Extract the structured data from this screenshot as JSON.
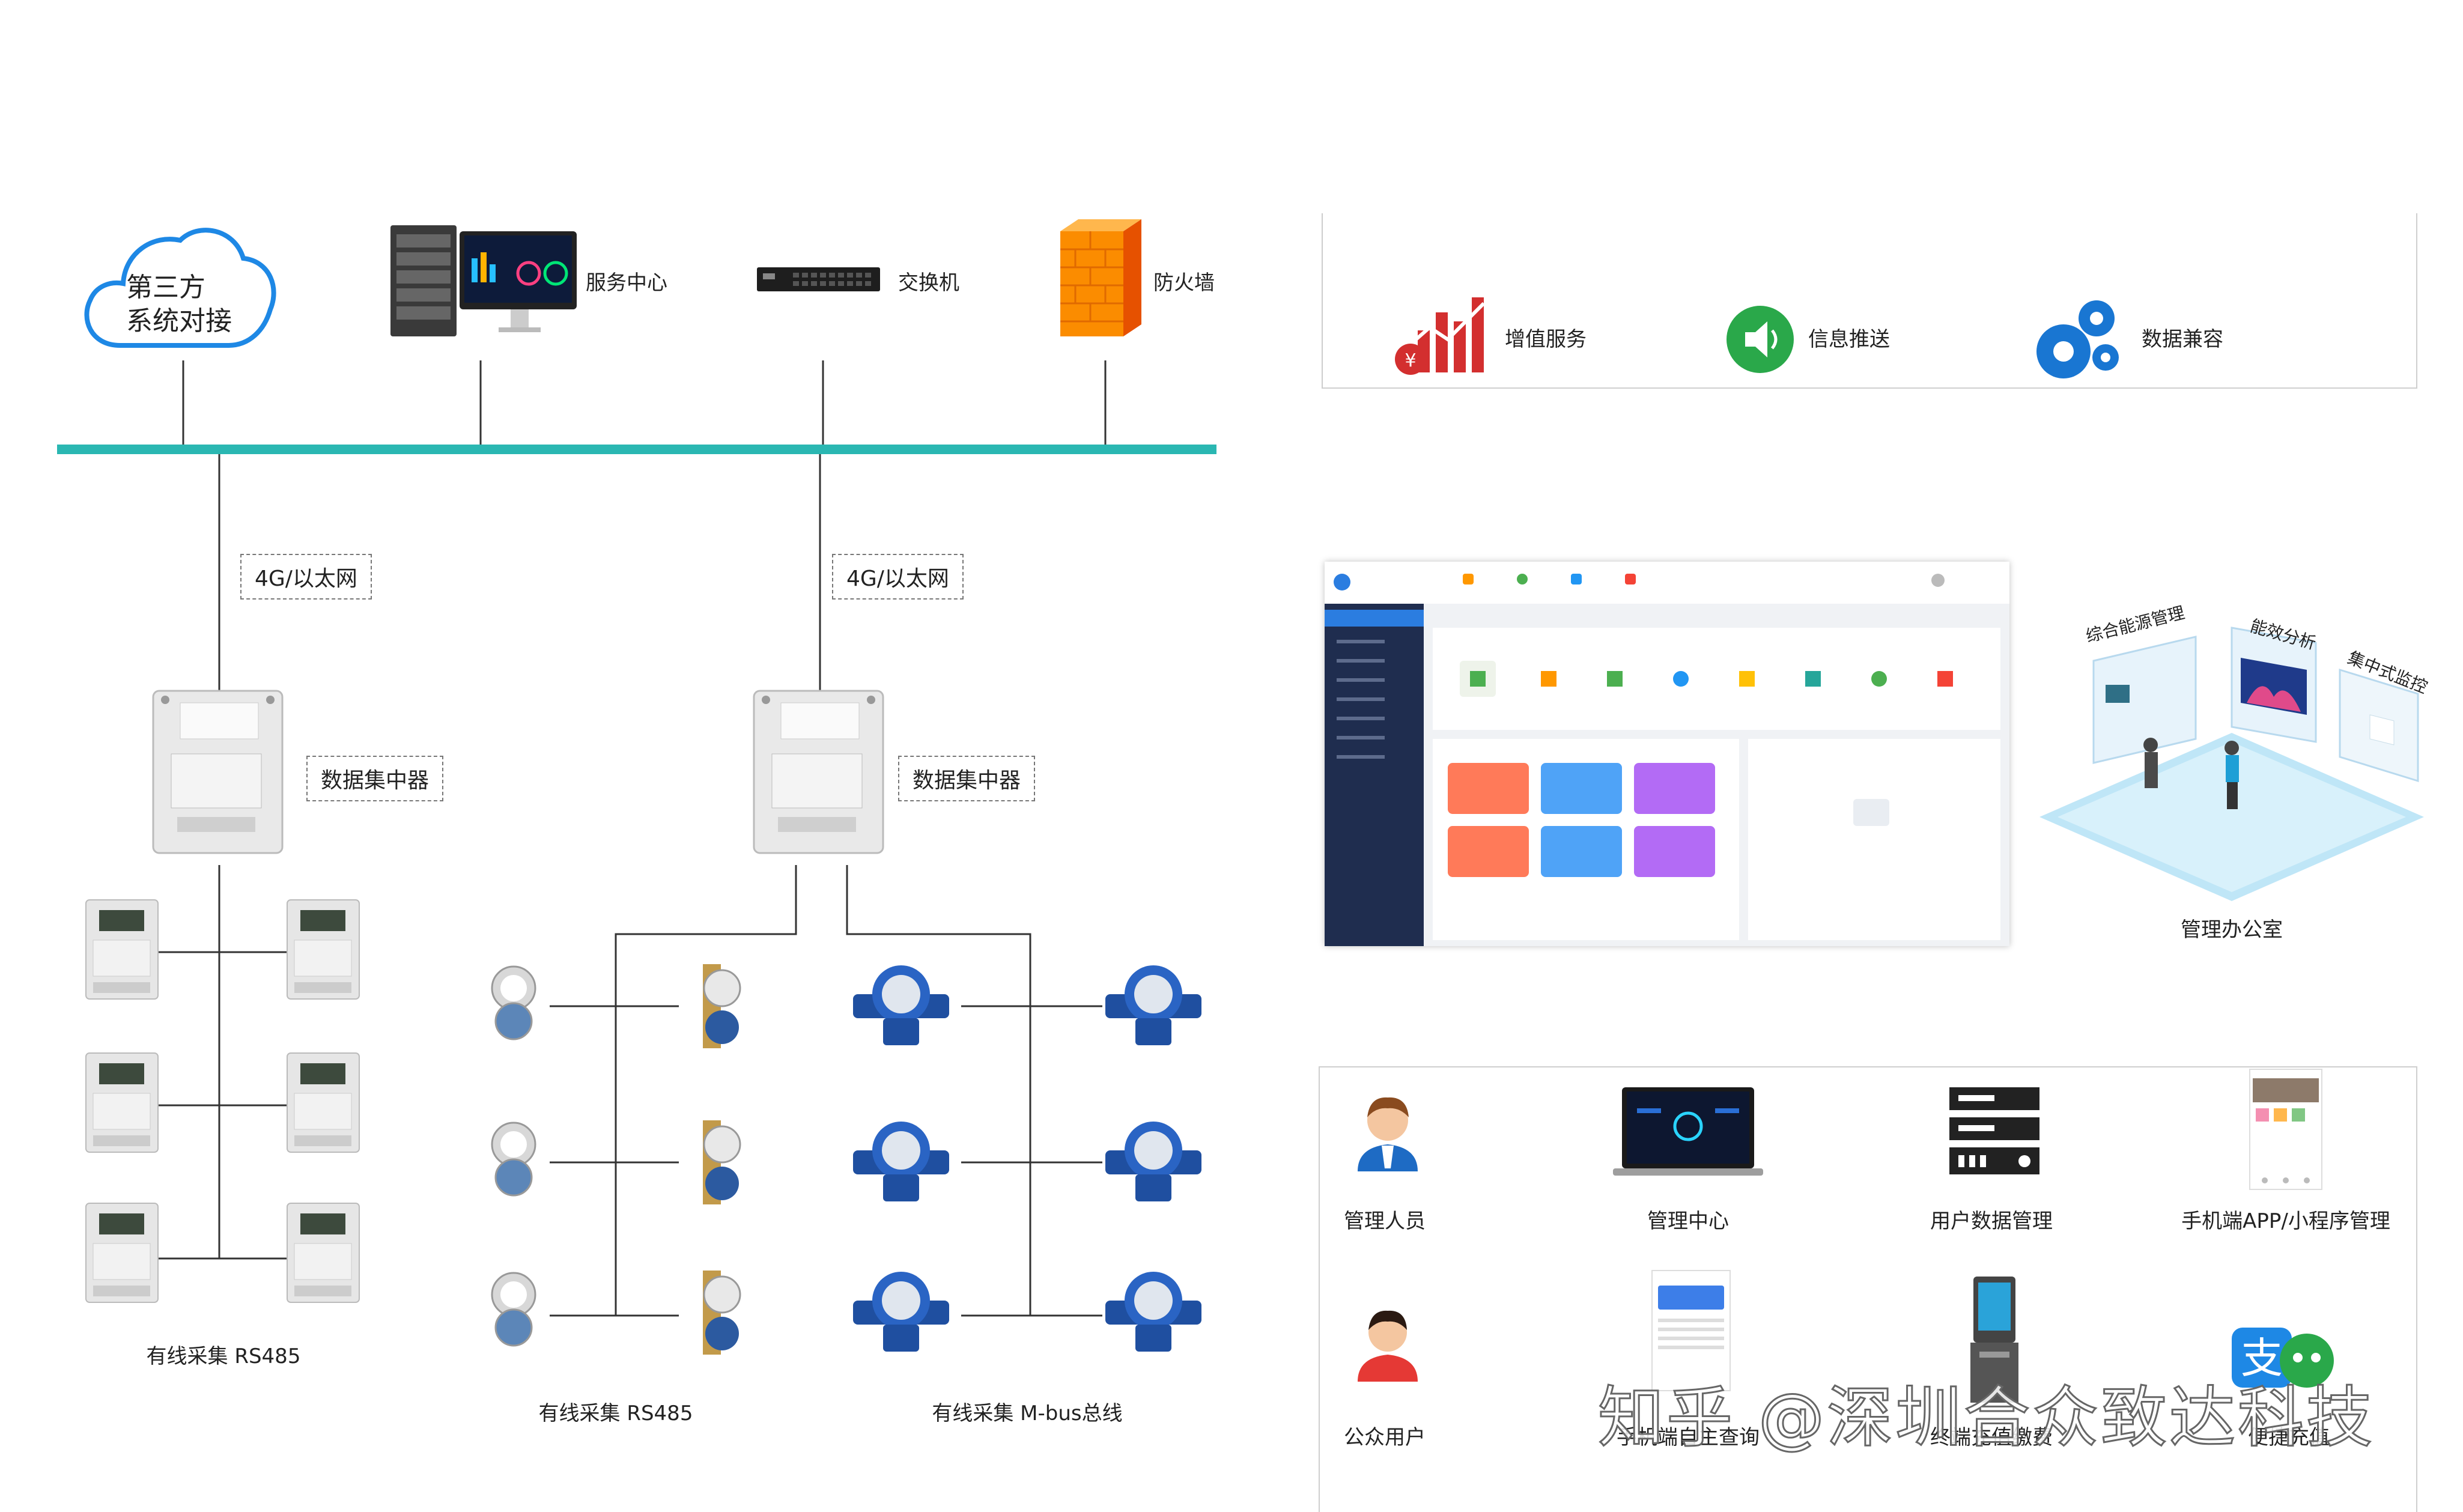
{
  "cloud_label_line1": "第三方",
  "cloud_label_line2": "系统对接",
  "server_label": "服务中心",
  "switch_label": "交换机",
  "firewall_label": "防火墙",
  "network_tag_left": "4G/以太网",
  "network_tag_right": "4G/以太网",
  "concentrator_left": "数据集中器",
  "concentrator_right": "数据集中器",
  "wired_rs485_left": "有线采集 RS485",
  "wired_rs485_mid": "有线采集 RS485",
  "wired_mbus": "有线采集 M-bus总线",
  "services": {
    "value_added": "增值服务",
    "push": "信息推送",
    "compat": "数据兼容"
  },
  "office_label": "管理办公室",
  "office_signs": [
    "综合能源管理",
    "能效分析",
    "集中式监控"
  ],
  "roles": {
    "admin": "管理人员",
    "mgmt_center": "管理中心",
    "user_data": "用户数据管理",
    "mobile_app": "手机端APP/小程序管理",
    "public_user": "公众用户",
    "mobile_query": "手机端自主查询",
    "terminal": "终端充值缴费",
    "easy_charge": "便捷充值"
  },
  "watermark": "知乎 @深圳合众致达科技",
  "colors": {
    "bus": "#2ab7b2",
    "cloud": "#1e88e5",
    "green": "#2aa84a",
    "blue": "#1976d2",
    "red": "#d32f2f",
    "app_sidebar": "#1f2d4f"
  }
}
